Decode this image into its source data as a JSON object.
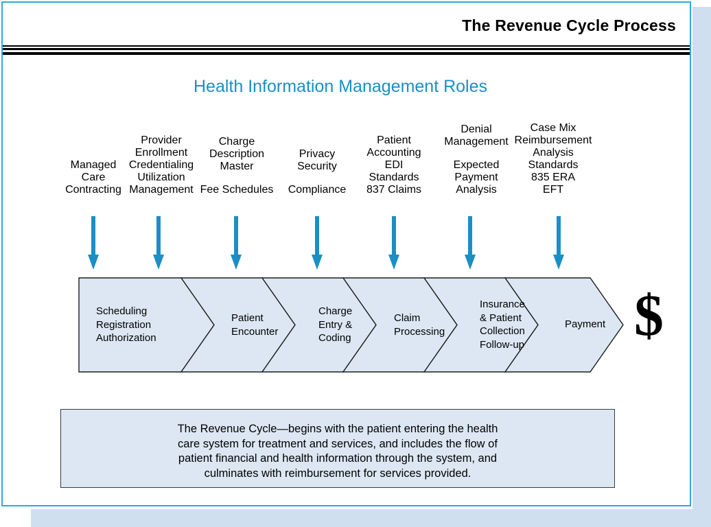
{
  "slide": {
    "title": "The Revenue Cycle Process",
    "subtitle": "Health Information Management Roles",
    "accent_color": "#1b8fc4",
    "fill_color": "#dce7f3",
    "border_color": "#2aaae0"
  },
  "him_roles": [
    {
      "id": "managed-care-contracting",
      "lines": [
        "Managed",
        "Care",
        "Contracting"
      ],
      "arrow": "down-arrow-icon"
    },
    {
      "id": "provider-enrollment",
      "lines": [
        "Provider",
        "Enrollment",
        "Credentialing",
        "Utilization",
        "Management"
      ],
      "arrow": "down-arrow-icon"
    },
    {
      "id": "charge-description-master",
      "lines": [
        "Charge",
        "Description",
        "Master",
        "",
        "Fee Schedules"
      ],
      "arrow": "down-arrow-icon"
    },
    {
      "id": "privacy-security",
      "lines": [
        "Privacy",
        "Security",
        "",
        "Compliance"
      ],
      "arrow": "down-arrow-icon"
    },
    {
      "id": "patient-accounting",
      "lines": [
        "Patient",
        "Accounting",
        "EDI",
        "Standards",
        "837 Claims"
      ],
      "arrow": "down-arrow-icon"
    },
    {
      "id": "denial-management",
      "lines": [
        "Denial",
        "Management",
        "",
        "Expected",
        "Payment",
        "Analysis"
      ],
      "arrow": "down-arrow-icon"
    },
    {
      "id": "case-mix-reimbursement",
      "lines": [
        "Case Mix",
        "Reimbursement",
        "Analysis",
        "Standards",
        "835 ERA",
        "EFT"
      ],
      "arrow": "down-arrow-icon"
    }
  ],
  "process_stages": [
    {
      "id": "scheduling",
      "lines": [
        "Scheduling",
        "Registration",
        "Authorization"
      ]
    },
    {
      "id": "patient-encounter",
      "lines": [
        "Patient",
        "Encounter"
      ]
    },
    {
      "id": "charge-entry-coding",
      "lines": [
        "Charge",
        "Entry &",
        "Coding"
      ]
    },
    {
      "id": "claim-processing",
      "lines": [
        "Claim",
        "Processing"
      ]
    },
    {
      "id": "insurance-patient-collection",
      "lines": [
        "Insurance",
        "& Patient",
        "Collection",
        "Follow-up"
      ]
    },
    {
      "id": "payment",
      "lines": [
        "Payment"
      ]
    }
  ],
  "money_symbol": "$",
  "description": {
    "lines": [
      "The Revenue Cycle—begins with the patient entering the health",
      "care system for treatment and services, and includes the flow of",
      "patient financial and health information through the system, and",
      "culminates with reimbursement for services provided."
    ]
  }
}
